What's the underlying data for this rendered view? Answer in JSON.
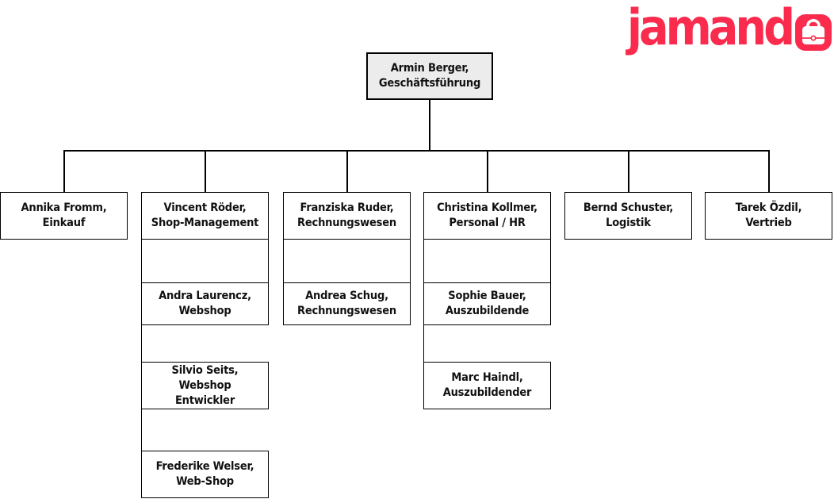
{
  "brand": {
    "name": "jamando",
    "logo_text": "jamand",
    "logo_icon": "shopping-bag-icon",
    "accent_color": "#fa2b4d"
  },
  "colors": {
    "root_box_bg": "#ececec",
    "box_border": "#000000",
    "text": "#111111"
  },
  "org": {
    "root": {
      "lines": [
        "Armin Berger,",
        "Geschäftsführung"
      ]
    },
    "level1": [
      {
        "lines": [
          "Annika Fromm,",
          "Einkauf"
        ]
      },
      {
        "lines": [
          "Vincent Röder,",
          "Shop-Management"
        ]
      },
      {
        "lines": [
          "Franziska Ruder,",
          "Rechnungswesen"
        ]
      },
      {
        "lines": [
          "Christina Kollmer,",
          "Personal / HR"
        ]
      },
      {
        "lines": [
          "Bernd Schuster,",
          "Logistik"
        ]
      },
      {
        "lines": [
          "Tarek Özdil,",
          "Vertrieb"
        ]
      }
    ],
    "shop_team": [
      {
        "lines": [
          "Andra Laurencz,",
          "Webshop"
        ]
      },
      {
        "lines": [
          "Silvio Seits,",
          "Webshop",
          "Entwickler"
        ]
      },
      {
        "lines": [
          "Frederike Welser,",
          "Web-Shop"
        ]
      }
    ],
    "rechnungswesen_team": [
      {
        "lines": [
          "Andrea Schug,",
          "Rechnungswesen"
        ]
      }
    ],
    "hr_team": [
      {
        "lines": [
          "Sophie Bauer,",
          "Auszubildende"
        ]
      },
      {
        "lines": [
          "Marc Haindl,",
          "Auszubildender"
        ]
      }
    ]
  }
}
